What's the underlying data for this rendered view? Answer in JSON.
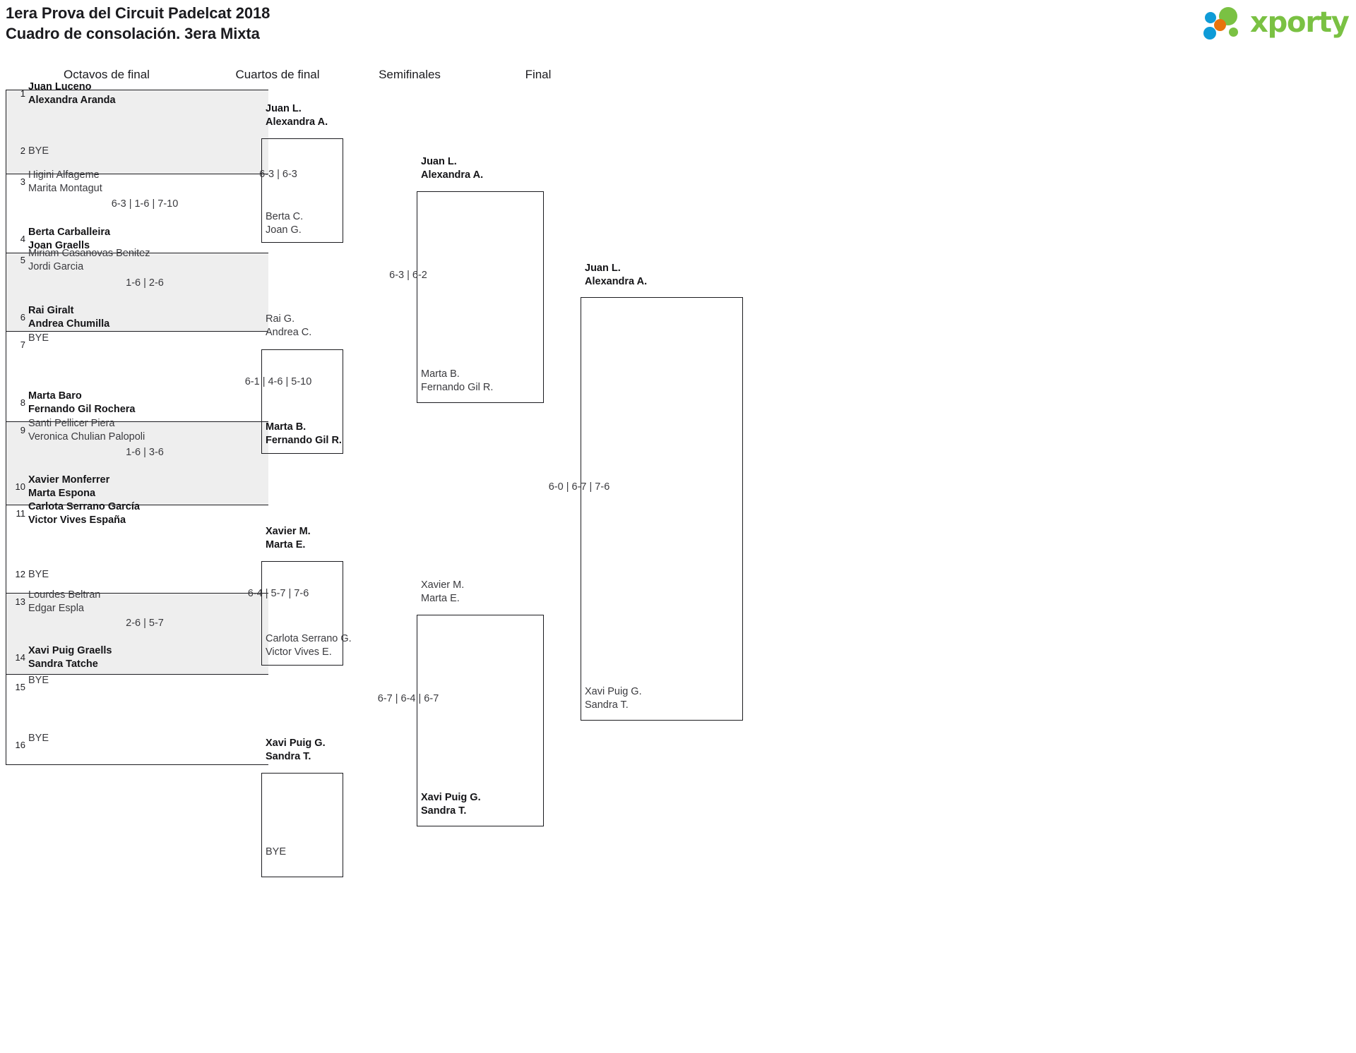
{
  "header": {
    "title_line1": "1era Prova del Circuit Padelcat 2018",
    "title_line2": "Cuadro de consolación. 3era Mixta",
    "logo_text": "xporty",
    "logo_colors": {
      "green": "#7ac143",
      "blue": "#0f9bd7",
      "orange": "#e8730c"
    }
  },
  "rounds": [
    {
      "id": "r16",
      "label": "Octavos de final"
    },
    {
      "id": "qf",
      "label": "Cuartos de final"
    },
    {
      "id": "sf",
      "label": "Semifinales"
    },
    {
      "id": "f",
      "label": "Final"
    }
  ],
  "chart_data": {
    "type": "table",
    "title": "1era Prova del Circuit Padelcat 2018 — Cuadro de consolación. 3era Mixta",
    "bracket_size": 16,
    "round_names": [
      "Octavos de final",
      "Cuartos de final",
      "Semifinales",
      "Final"
    ],
    "champion": "Juan L. / Alexandra A."
  },
  "round1": {
    "entries": [
      {
        "seed": "1",
        "line1": "Juan Luceno",
        "line2": "Alexandra Aranda",
        "bye": false,
        "winner": true
      },
      {
        "seed": "2",
        "line1": "BYE",
        "line2": "",
        "bye": true,
        "winner": false
      },
      {
        "seed": "3",
        "line1": "Higini Alfageme",
        "line2": "Marita Montagut",
        "bye": false,
        "winner": false
      },
      {
        "seed": "4",
        "line1": "Berta Carballeira",
        "line2": "Joan Graells",
        "bye": false,
        "winner": true
      },
      {
        "seed": "5",
        "line1": "Miriam Casanovas Benitez",
        "line2": "Jordi Garcia",
        "bye": false,
        "winner": false
      },
      {
        "seed": "6",
        "line1": "Rai Giralt",
        "line2": "Andrea Chumilla",
        "bye": false,
        "winner": true
      },
      {
        "seed": "7",
        "line1": "BYE",
        "line2": "",
        "bye": true,
        "winner": false
      },
      {
        "seed": "8",
        "line1": "Marta Baro",
        "line2": "Fernando Gil Rochera",
        "bye": false,
        "winner": true
      },
      {
        "seed": "9",
        "line1": "Santi Pellicer Piera",
        "line2": "Veronica Chulian Palopoli",
        "bye": false,
        "winner": false
      },
      {
        "seed": "10",
        "line1": "Xavier Monferrer",
        "line2": "Marta Espona",
        "bye": false,
        "winner": true
      },
      {
        "seed": "11",
        "line1": "Carlota Serrano García",
        "line2": "Victor Vives España",
        "bye": false,
        "winner": true
      },
      {
        "seed": "12",
        "line1": "BYE",
        "line2": "",
        "bye": true,
        "winner": false
      },
      {
        "seed": "13",
        "line1": "Lourdes Beltran",
        "line2": "Edgar Espla",
        "bye": false,
        "winner": false
      },
      {
        "seed": "14",
        "line1": "Xavi Puig Graells",
        "line2": "Sandra Tatche",
        "bye": false,
        "winner": true
      },
      {
        "seed": "15",
        "line1": "BYE",
        "line2": "",
        "bye": true,
        "winner": false
      },
      {
        "seed": "16",
        "line1": "BYE",
        "line2": "",
        "bye": true,
        "winner": false
      }
    ],
    "scores": [
      "",
      "6-3 | 1-6 | 7-10",
      "1-6 | 2-6",
      "",
      "1-6 | 3-6",
      "",
      "2-6 | 5-7",
      ""
    ]
  },
  "round2": {
    "matches": [
      {
        "top1": "Juan L.",
        "top2": "Alexandra A.",
        "top_winner": true,
        "bot1": "Berta C.",
        "bot2": "Joan G.",
        "bot_winner": false,
        "score": "6-3 | 6-3"
      },
      {
        "top1": "Rai G.",
        "top2": "Andrea C.",
        "top_winner": false,
        "bot1": "Marta B.",
        "bot2": "Fernando Gil R.",
        "bot_winner": true,
        "score": "6-1 | 4-6 | 5-10"
      },
      {
        "top1": "Xavier M.",
        "top2": "Marta E.",
        "top_winner": true,
        "bot1": "Carlota Serrano G.",
        "bot2": "Victor Vives E.",
        "bot_winner": false,
        "score": "6-4 | 5-7 | 7-6"
      },
      {
        "top1": "Xavi Puig G.",
        "top2": "Sandra T.",
        "top_winner": true,
        "bot1": "BYE",
        "bot2": "",
        "bot_winner": false,
        "score": ""
      }
    ]
  },
  "round3": {
    "matches": [
      {
        "top1": "Juan L.",
        "top2": "Alexandra A.",
        "top_winner": true,
        "bot1": "Marta B.",
        "bot2": "Fernando Gil R.",
        "bot_winner": false,
        "score": "6-3 | 6-2"
      },
      {
        "top1": "Xavier M.",
        "top2": "Marta E.",
        "top_winner": false,
        "bot1": "Xavi Puig G.",
        "bot2": "Sandra T.",
        "bot_winner": true,
        "score": "6-7 | 6-4 | 6-7"
      }
    ]
  },
  "round4": {
    "matches": [
      {
        "top1": "Juan L.",
        "top2": "Alexandra A.",
        "top_winner": true,
        "bot1": "Xavi Puig G.",
        "bot2": "Sandra T.",
        "bot_winner": false,
        "score": "6-0 | 6-7 | 7-6"
      }
    ]
  }
}
